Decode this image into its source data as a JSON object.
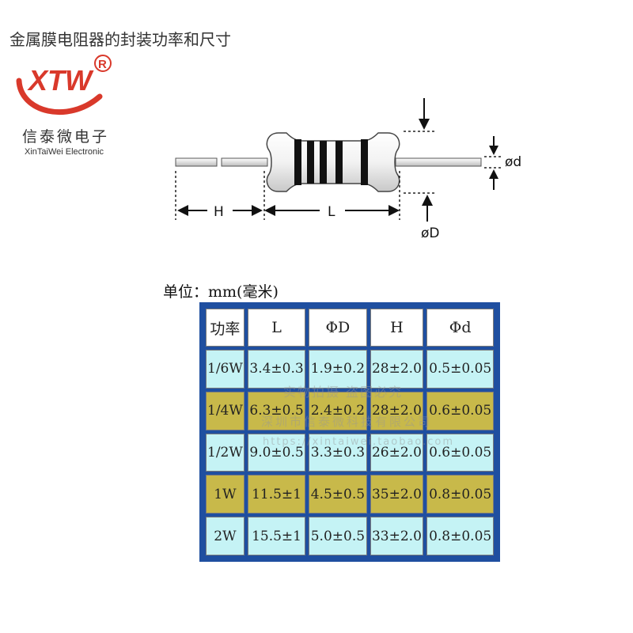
{
  "title": "金属膜电阻器的封装功率和尺寸",
  "brand": {
    "logo_letters": "XTW",
    "registered": "R",
    "name_cn": "信泰微电子",
    "name_en": "XinTaiWei Electronic",
    "color": "#d9392b"
  },
  "diagram": {
    "label_h": "H",
    "label_l": "L",
    "label_small_d": "ød",
    "label_big_d": "øD"
  },
  "unit": "单位：mm(毫米)",
  "table": {
    "headers": [
      "功率",
      "L",
      "ΦD",
      "H",
      "Φd"
    ],
    "rows": [
      [
        "1/6W",
        "3.4±0.3",
        "1.9±0.2",
        "28±2.0",
        "0.5±0.05"
      ],
      [
        "1/4W",
        "6.3±0.5",
        "2.4±0.2",
        "28±2.0",
        "0.6±0.05"
      ],
      [
        "1/2W",
        "9.0±0.5",
        "3.3±0.3",
        "26±2.0",
        "0.6±0.05"
      ],
      [
        "1W",
        "11.5±1",
        "4.5±0.5",
        "35±2.0",
        "0.8±0.05"
      ],
      [
        "2W",
        "15.5±1",
        "5.0±0.5",
        "33±2.0",
        "0.8±0.05"
      ]
    ]
  },
  "watermark": {
    "line1": "实物拍摄 盗图必究",
    "line2": "深圳市信泰微科技有限公司",
    "line3": "https://xintaiwei.taobao.com"
  },
  "colors": {
    "table_border": "#1f4fa0",
    "row_cyan": "#c5f3f5",
    "row_olive": "#c8b94a"
  }
}
